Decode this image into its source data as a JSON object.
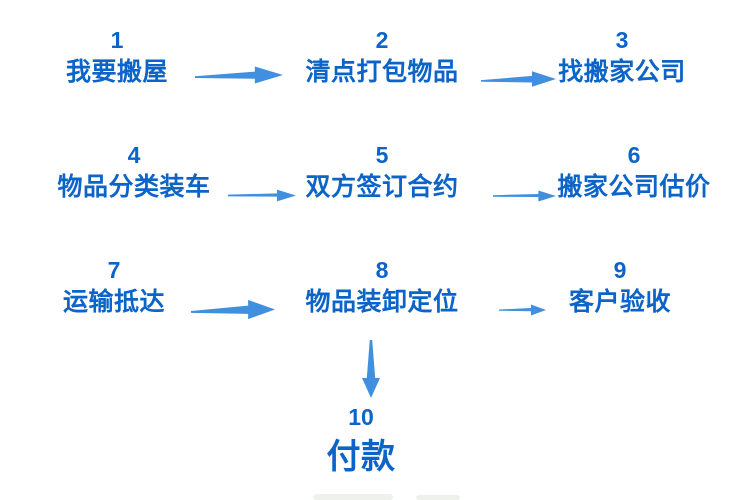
{
  "diagram": {
    "type": "flowchart",
    "language": "zh-CN",
    "steps": [
      {
        "number": "1",
        "label": "我要搬屋"
      },
      {
        "number": "2",
        "label": "清点打包物品"
      },
      {
        "number": "3",
        "label": "找搬家公司"
      },
      {
        "number": "4",
        "label": "物品分类装车"
      },
      {
        "number": "5",
        "label": "双方签订合约"
      },
      {
        "number": "6",
        "label": "搬家公司估价"
      },
      {
        "number": "7",
        "label": "运输抵达"
      },
      {
        "number": "8",
        "label": "物品装卸定位"
      },
      {
        "number": "9",
        "label": "客户验收"
      },
      {
        "number": "10",
        "label": "付款"
      }
    ],
    "connections": [
      {
        "from": "1",
        "to": "2",
        "direction": "right"
      },
      {
        "from": "2",
        "to": "3",
        "direction": "right"
      },
      {
        "from": "4",
        "to": "5",
        "direction": "right"
      },
      {
        "from": "5",
        "to": "6",
        "direction": "right"
      },
      {
        "from": "7",
        "to": "8",
        "direction": "right"
      },
      {
        "from": "8",
        "to": "9",
        "direction": "right"
      },
      {
        "from": "8",
        "to": "10",
        "direction": "down"
      }
    ],
    "colors": {
      "step_text": "#0c64c8",
      "arrow": "#4190e0",
      "background": "#ffffff"
    }
  }
}
